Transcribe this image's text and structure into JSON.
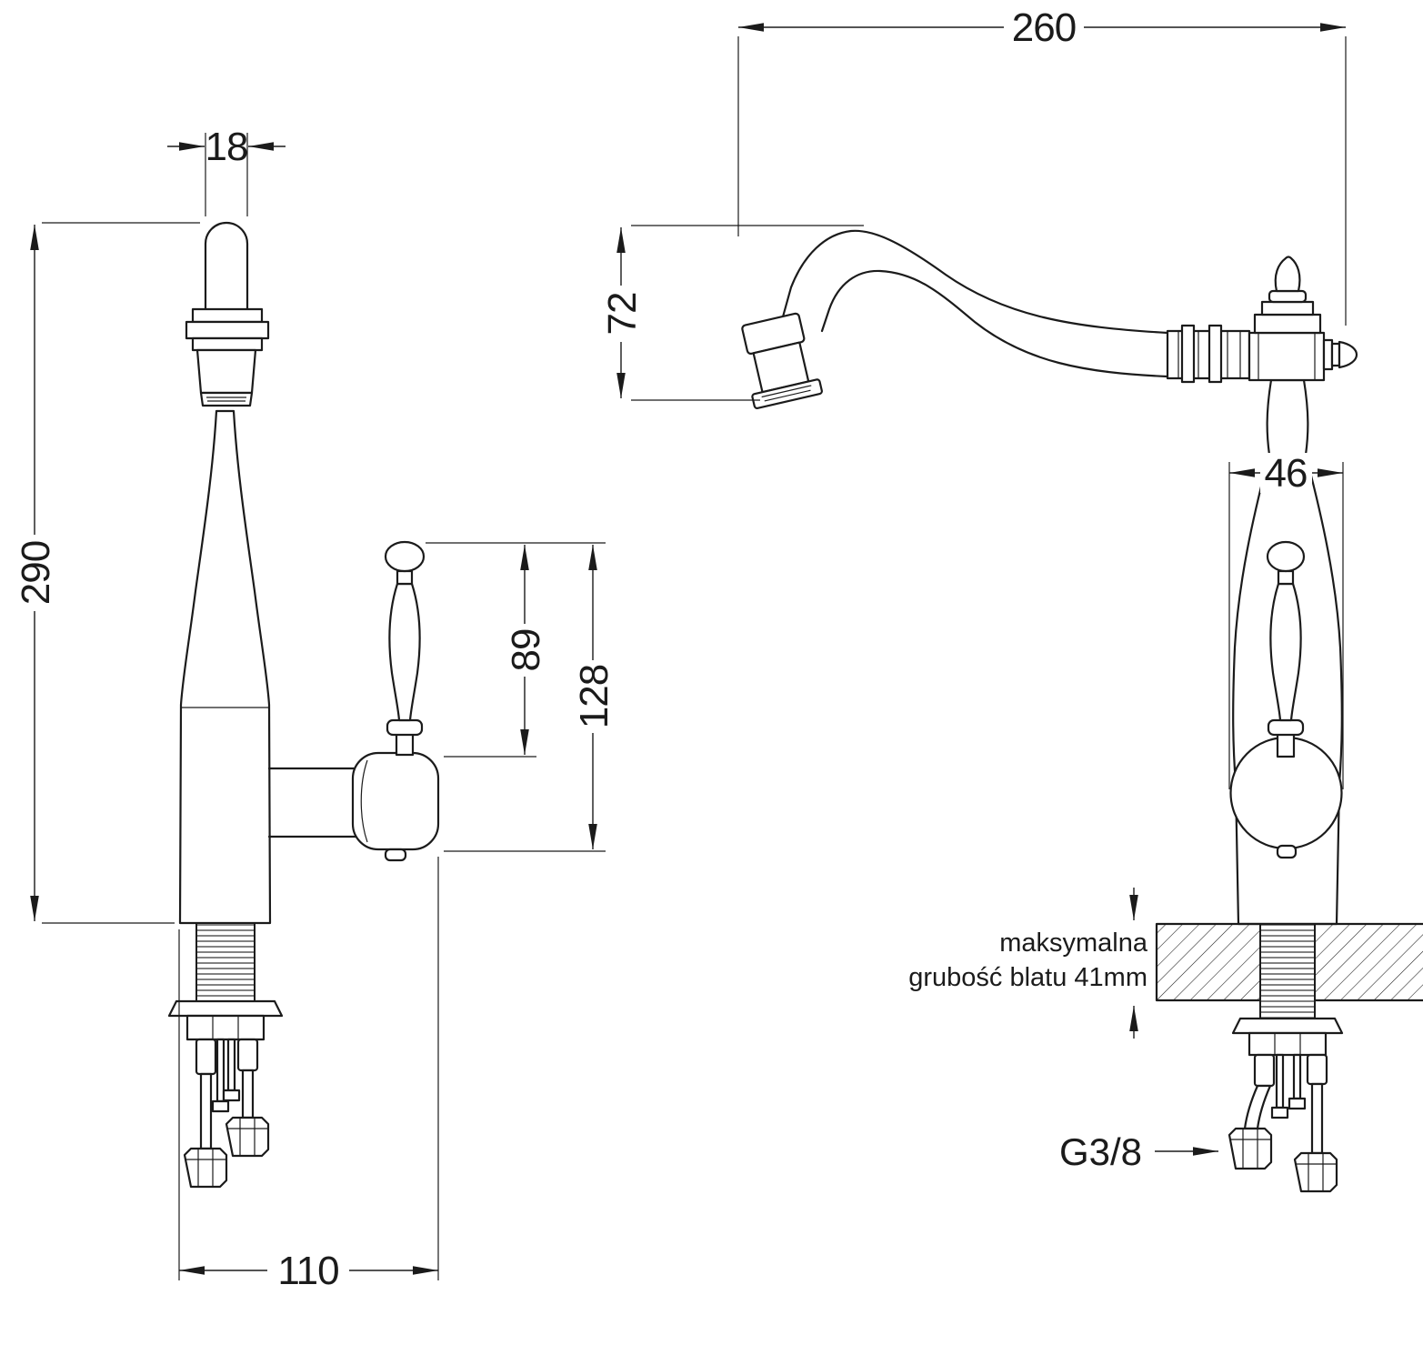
{
  "diagram": {
    "type": "technical-drawing",
    "subject": "kitchen-faucet-dimensions",
    "dimensions": {
      "spout_tip_diameter": "18",
      "total_height": "290",
      "handle_height": "89",
      "handle_total_height": "128",
      "base_depth": "110",
      "spout_reach": "260",
      "spout_drop_height": "72",
      "body_diameter": "46",
      "connection_thread": "G3/8"
    },
    "annotations": {
      "counter_note_line1": "maksymalna",
      "counter_note_line2": "grubość blatu 41mm"
    },
    "colors": {
      "line": "#1b1b1b",
      "background": "#ffffff"
    }
  }
}
